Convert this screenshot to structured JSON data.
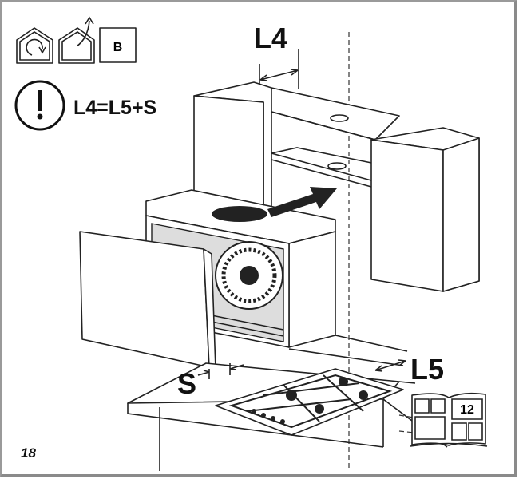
{
  "icons": {
    "recirculation": "house-recirculation-icon",
    "extraction": "house-extraction-icon",
    "mode_label": "B"
  },
  "warning": {
    "icon": "exclamation-circle-icon",
    "formula": "L4=L5+S"
  },
  "dimensions": {
    "l4": "L4",
    "l5": "L5",
    "s": "S"
  },
  "manual_ref": {
    "icon": "open-book-icon",
    "page": "12"
  },
  "page_number": "18"
}
